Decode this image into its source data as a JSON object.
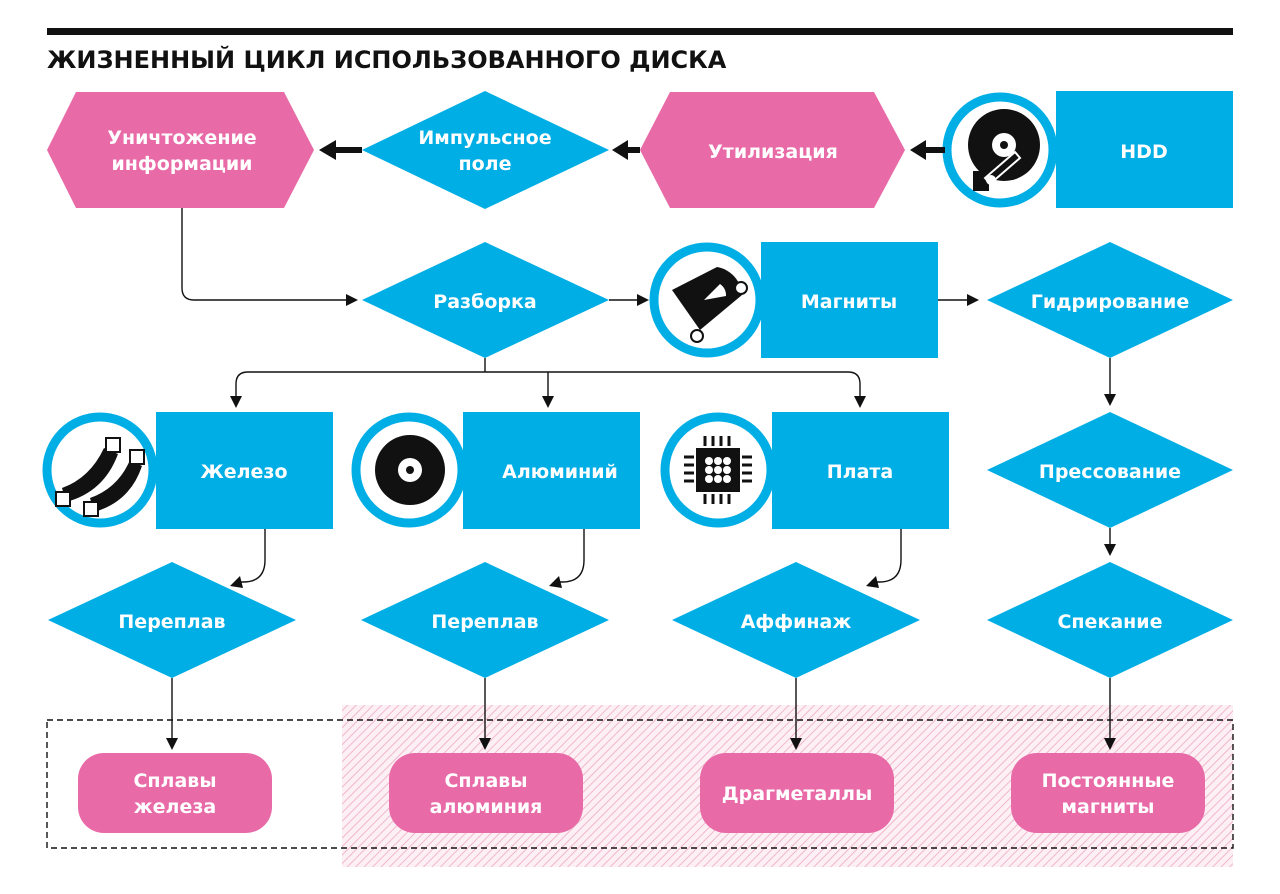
{
  "title": "ЖИЗНЕННЫЙ ЦИКЛ ИСПОЛЬЗОВАННОГО ДИСКА",
  "colors": {
    "blue": "#00aee6",
    "pink": "#e86aa7",
    "dark": "#111111",
    "hatch": "#f1b6cd"
  },
  "nodes": {
    "hdd": "HDD",
    "utilization": "Утилизация",
    "impulse": [
      "Импульсное",
      "поле"
    ],
    "destroy": [
      "Уничтожение",
      "информации"
    ],
    "disassembly": "Разборка",
    "magnets": "Магниты",
    "hydriding": "Гидрирование",
    "iron": "Железо",
    "aluminium": "Алюминий",
    "board": "Плата",
    "pressing": "Прессование",
    "remelt_iron": "Переплав",
    "remelt_al": "Переплав",
    "refining": "Аффинаж",
    "sintering": "Спекание",
    "iron_alloys": [
      "Сплавы",
      "железа"
    ],
    "al_alloys": [
      "Сплавы",
      "алюминия"
    ],
    "precious": "Драгметаллы",
    "perm_magnets": [
      "Постоянные",
      "магниты"
    ]
  },
  "icons": {
    "hdd": "hard-disk-icon",
    "magnets": "magnet-arc-icon",
    "iron": "iron-parts-icon",
    "aluminium": "disk-platter-icon",
    "board": "chip-icon"
  }
}
